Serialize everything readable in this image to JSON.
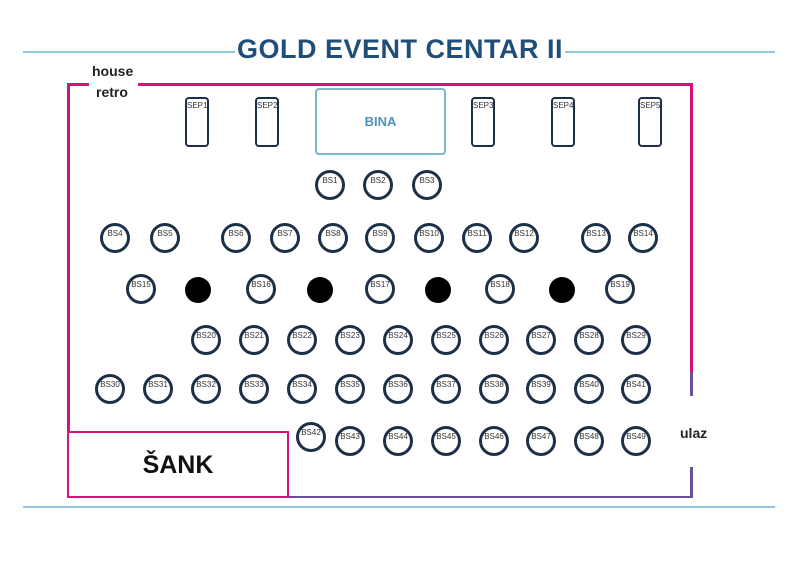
{
  "title": "GOLD EVENT CENTAR II",
  "labels": {
    "house": "house",
    "retro": "retro",
    "bina": "BINA",
    "sank": "ŠANK",
    "ulaz": "ulaz"
  },
  "separees": [
    "SEP1",
    "SEP2",
    "SEP3",
    "SEP4",
    "SEP5"
  ],
  "tables": [
    "BS1",
    "BS2",
    "BS3",
    "BS4",
    "BS5",
    "BS6",
    "BS7",
    "BS8",
    "BS9",
    "BS10",
    "BS11",
    "BS12",
    "BS13",
    "BS14",
    "BS15",
    "BS16",
    "BS17",
    "BS18",
    "BS19",
    "BS20",
    "BS21",
    "BS22",
    "BS23",
    "BS24",
    "BS25",
    "BS26",
    "BS27",
    "BS28",
    "BS29",
    "BS30",
    "BS31",
    "BS32",
    "BS33",
    "BS34",
    "BS35",
    "BS36",
    "BS37",
    "BS38",
    "BS39",
    "BS40",
    "BS41",
    "BS42",
    "BS43",
    "BS44",
    "BS45",
    "BS46",
    "BS47",
    "BS48",
    "BS49"
  ],
  "colors": {
    "title": "#1f4e79",
    "wall": "#d4147a",
    "entrance_wall": "#6a4f9a",
    "rule": "#8ec8dc"
  }
}
